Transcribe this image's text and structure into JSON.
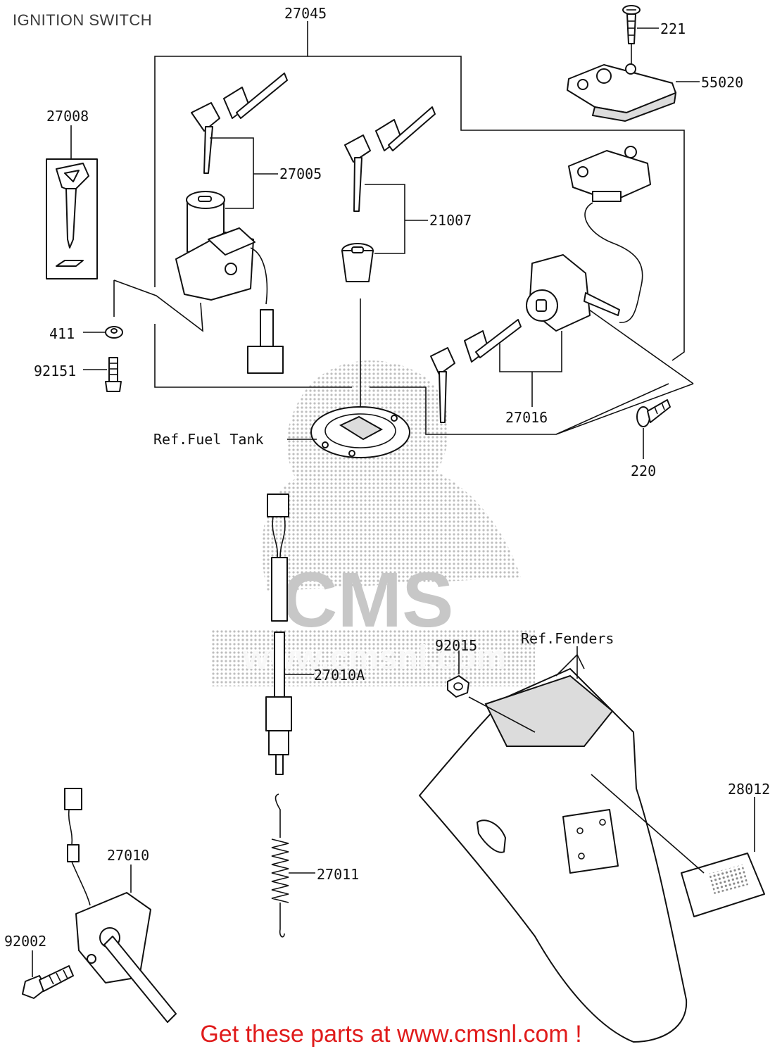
{
  "header": {
    "title": "IGNITION SWITCH"
  },
  "footer": {
    "cta": "Get these parts at www.cmsnl.com !"
  },
  "watermark": {
    "text": "CMS",
    "url_text": "www.cmsnl.com",
    "color": "#7a7a7a"
  },
  "colors": {
    "cta": "#e01b1b",
    "line": "#111111",
    "background": "#ffffff"
  },
  "callouts": {
    "p27045": "27045",
    "p221": "221",
    "p55020": "55020",
    "p27008": "27008",
    "p27005": "27005",
    "p21007": "21007",
    "p411": "411",
    "p92151": "92151",
    "p27016": "27016",
    "p220": "220",
    "ref_fuel_tank": "Ref.Fuel Tank",
    "ref_fenders": "Ref.Fenders",
    "p92015": "92015",
    "p27010A": "27010A",
    "p28012": "28012",
    "p27010": "27010",
    "p27011": "27011",
    "p92002": "92002"
  }
}
